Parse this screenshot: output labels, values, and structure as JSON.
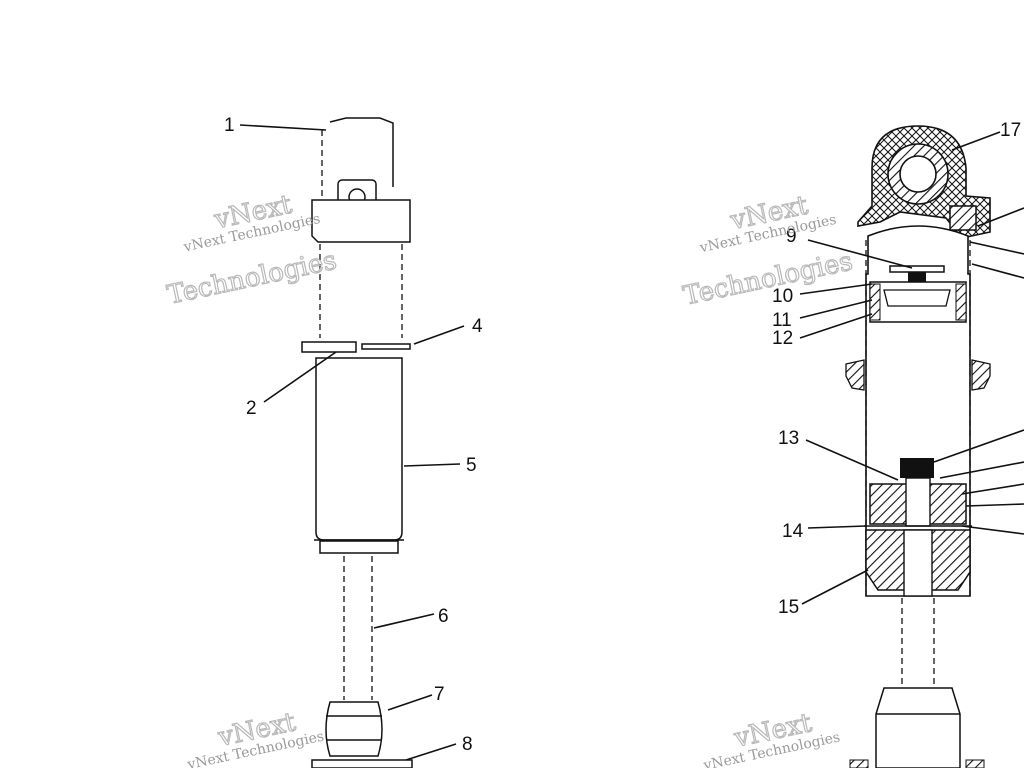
{
  "left_assembly": {
    "callouts": [
      "1",
      "2",
      "4",
      "5",
      "6",
      "7",
      "8"
    ]
  },
  "right_assembly": {
    "callouts": [
      "17",
      "9",
      "10",
      "11",
      "12",
      "13",
      "14",
      "15"
    ]
  },
  "watermark": {
    "line1": "vNext Technologies",
    "line2": "vNext",
    "line3": "Technologies"
  },
  "colors": {
    "ink": "#111111",
    "watermark": "#b9b9b9"
  }
}
